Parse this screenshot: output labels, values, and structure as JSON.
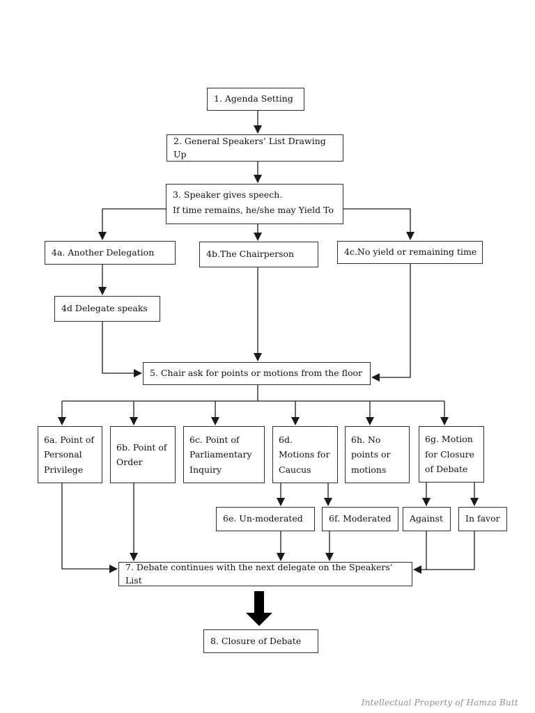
{
  "colors": {
    "page_bg": "#ffffff",
    "box_border": "#2e2e2e",
    "text": "#111111",
    "connector_line": "#1a1a1a",
    "footer_text": "#8f8f8f"
  },
  "footer": {
    "credit": "Intellectual Property of Hamza Butt"
  },
  "flowchart": {
    "nodes": {
      "n1": "1. Agenda Setting",
      "n2": "2. General Speakers’ List Drawing\nUp",
      "n3": "3. Speaker gives speech.\nIf time remains, he/she may Yield To",
      "n4a": "4a. Another Delegation",
      "n4b": "4b.The Chairperson",
      "n4c": "4c.No yield or remaining time",
      "n4d": "4d Delegate speaks",
      "n5": "5. Chair ask for points or motions from the floor",
      "n6a": "6a. Point of\nPersonal\nPrivilege",
      "n6b": "6b. Point of\nOrder",
      "n6c": "6c. Point of\nParliamentary\nInquiry",
      "n6d": "6d.\nMotions for\nCaucus",
      "n6h": "6h. No\npoints or\nmotions",
      "n6g": "6g. Motion\nfor Closure\nof Debate",
      "n6e": "6e. Un-moderated",
      "n6f": "6f. Moderated",
      "nAgainst": "Against",
      "nInFavor": "In favor",
      "n7": "7. Debate continues with the next delegate on the Speakers’ List",
      "n8": "8. Closure of Debate"
    },
    "edges": [
      {
        "from": "n1",
        "to": "n2"
      },
      {
        "from": "n2",
        "to": "n3"
      },
      {
        "from": "n3",
        "to": "n4a"
      },
      {
        "from": "n3",
        "to": "n4b"
      },
      {
        "from": "n3",
        "to": "n4c"
      },
      {
        "from": "n4a",
        "to": "n4d"
      },
      {
        "from": "n4d",
        "to": "n5"
      },
      {
        "from": "n4b",
        "to": "n5"
      },
      {
        "from": "n4c",
        "to": "n5"
      },
      {
        "from": "n5",
        "to": "n6a"
      },
      {
        "from": "n5",
        "to": "n6b"
      },
      {
        "from": "n5",
        "to": "n6c"
      },
      {
        "from": "n5",
        "to": "n6d"
      },
      {
        "from": "n5",
        "to": "n6h"
      },
      {
        "from": "n5",
        "to": "n6g"
      },
      {
        "from": "n6d",
        "to": "n6e"
      },
      {
        "from": "n6d",
        "to": "n6f"
      },
      {
        "from": "n6g",
        "to": "nAgainst"
      },
      {
        "from": "n6g",
        "to": "nInFavor"
      },
      {
        "from": "n6a",
        "to": "n7"
      },
      {
        "from": "n6b",
        "to": "n7"
      },
      {
        "from": "n6e",
        "to": "n7"
      },
      {
        "from": "n6f",
        "to": "n7"
      },
      {
        "from": "nAgainst",
        "to": "n7"
      },
      {
        "from": "nInFavor",
        "to": "n7"
      },
      {
        "from": "n7",
        "to": "n8",
        "style": "thick"
      }
    ]
  }
}
